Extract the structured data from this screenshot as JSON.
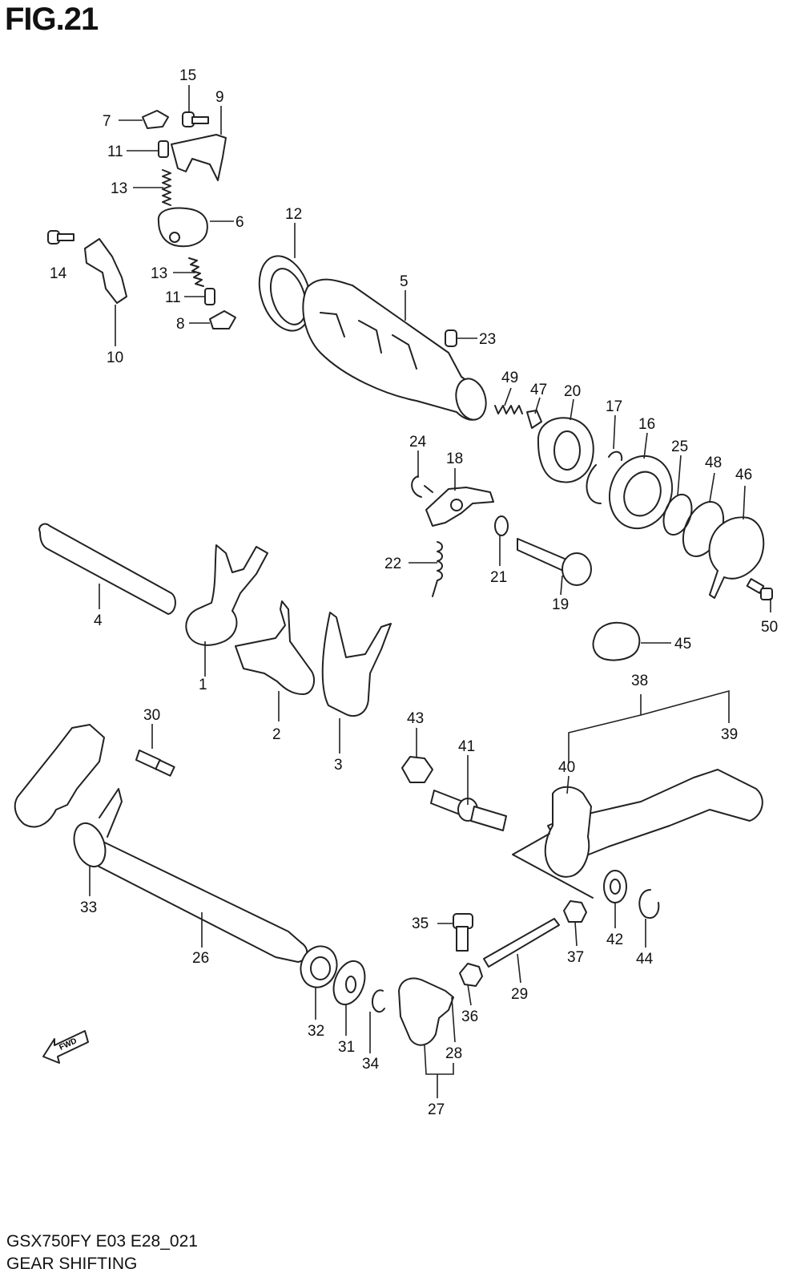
{
  "figure": {
    "title": "FIG.21",
    "model_code": "GSX750FY E03 E28_021",
    "section_name": "GEAR SHIFTING",
    "direction_label": "FWD"
  },
  "callouts": [
    "1",
    "2",
    "3",
    "4",
    "5",
    "6",
    "7",
    "8",
    "9",
    "10",
    "11",
    "11",
    "12",
    "13",
    "13",
    "14",
    "15",
    "16",
    "17",
    "18",
    "19",
    "20",
    "21",
    "22",
    "23",
    "24",
    "25",
    "26",
    "27",
    "28",
    "29",
    "30",
    "31",
    "32",
    "33",
    "34",
    "35",
    "36",
    "37",
    "38",
    "39",
    "40",
    "41",
    "42",
    "43",
    "44",
    "45",
    "46",
    "47",
    "48",
    "49",
    "50"
  ]
}
